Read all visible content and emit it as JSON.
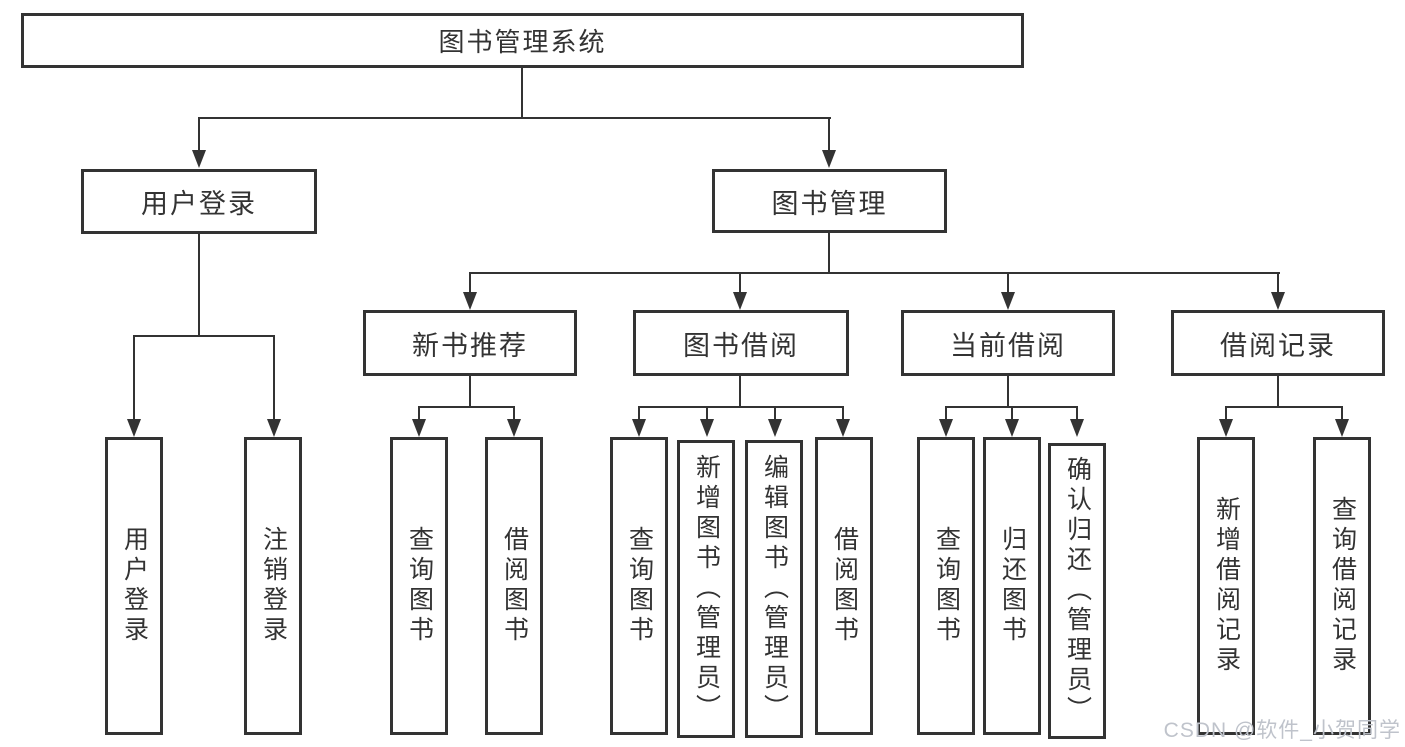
{
  "diagram": {
    "root": {
      "label": "图书管理系统"
    },
    "user": {
      "label": "用户登录",
      "children": [
        {
          "label": "用户登录"
        },
        {
          "label": "注销登录"
        }
      ]
    },
    "mgmt": {
      "label": "图书管理",
      "groups": [
        {
          "label": "新书推荐",
          "children": [
            {
              "label": "查询图书"
            },
            {
              "label": "借阅图书"
            }
          ]
        },
        {
          "label": "图书借阅",
          "children": [
            {
              "label": "查询图书"
            },
            {
              "label": "新增图书（管理员）"
            },
            {
              "label": "编辑图书（管理员）"
            },
            {
              "label": "借阅图书"
            }
          ]
        },
        {
          "label": "当前借阅",
          "children": [
            {
              "label": "查询图书"
            },
            {
              "label": "归还图书"
            },
            {
              "label": "确认归还（管理员）"
            }
          ]
        },
        {
          "label": "借阅记录",
          "children": [
            {
              "label": "新增借阅记录"
            },
            {
              "label": "查询借阅记录"
            }
          ]
        }
      ]
    }
  },
  "watermark": {
    "text": "CSDN @软件_小贺同学",
    "color": "#bfc3cb"
  },
  "colors": {
    "line": "#333333",
    "text": "#333333",
    "background": "#ffffff"
  }
}
